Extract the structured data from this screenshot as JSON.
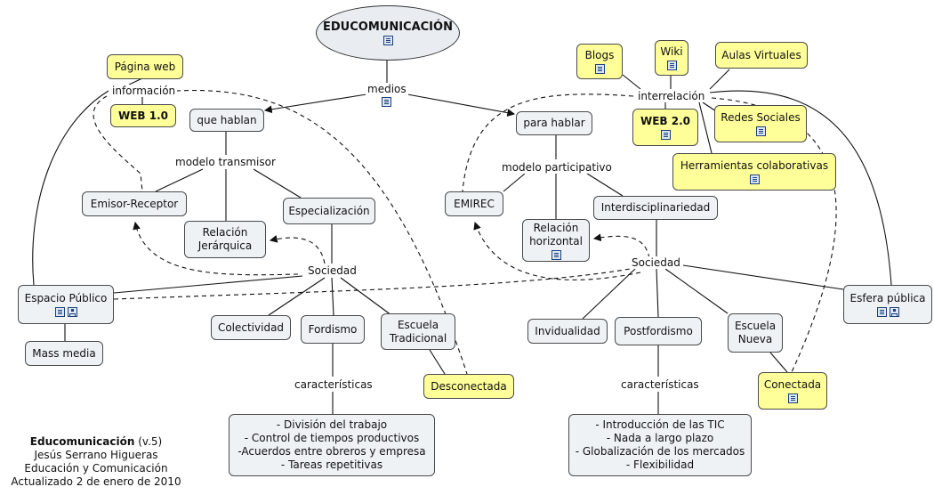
{
  "nodes": {
    "root": "EDUCOMUNICACIÓN",
    "pagina_web": "Página web",
    "web1": "WEB 1.0",
    "que_hablan": "que hablan",
    "emisor": "Emisor-Receptor",
    "relacion_jerarquica": [
      "Relación",
      "Jerárquica"
    ],
    "especializacion": "Especialización",
    "espacio_publico": "Espacio Público",
    "mass_media": "Mass media",
    "colectividad": "Colectividad",
    "fordismo": "Fordismo",
    "escuela_tradicional": [
      "Escuela",
      "Tradicional"
    ],
    "desconectada": "Desconectada",
    "car_left": [
      "- División del trabajo",
      "- Control de tiempos productivos",
      "-Acuerdos entre obreros y empresa",
      "- Tareas repetitivas"
    ],
    "blogs": "Blogs",
    "wiki": "Wiki",
    "aulas": "Aulas Virtuales",
    "web2": "WEB 2.0",
    "redes": "Redes Sociales",
    "herramientas": "Herramientas colaborativas",
    "para_hablar": "para hablar",
    "emirec": "EMIREC",
    "relacion_horizontal": [
      "Relación",
      "horizontal"
    ],
    "interdisciplinariedad": "Interdisciplinariedad",
    "esfera_publica": "Esfera pública",
    "individualidad": "Invidualidad",
    "postfordismo": "Postfordismo",
    "escuela_nueva": [
      "Escuela",
      "Nueva"
    ],
    "conectada": "Conectada",
    "car_right": [
      "- Introducción de las TIC",
      "- Nada a largo plazo",
      "- Globalización de los mercados",
      "- Flexibilidad"
    ]
  },
  "labels": {
    "informacion": "información",
    "medios": "medios",
    "modelo_transmisor": "modelo transmisor",
    "sociedad_left": "Sociedad",
    "caracteristicas_left": "características",
    "interrelacion": "interrelación",
    "modelo_participativo": "modelo participativo",
    "sociedad_right": "Sociedad",
    "caracteristicas_right": "características"
  },
  "credits": {
    "title": "Educomunicación",
    "version": "(v.5)",
    "author": "Jesús Serrano Higueras",
    "subject": "Educación y Comunicación",
    "updated": "Actualizado 2 de enero de 2010"
  },
  "colors": {
    "yellow_node": "#ffff99",
    "grey_node": "#eef2f5",
    "line": "#111111",
    "icon": "#1d3f7a"
  },
  "icons": [
    "note-icon",
    "map-icon"
  ]
}
